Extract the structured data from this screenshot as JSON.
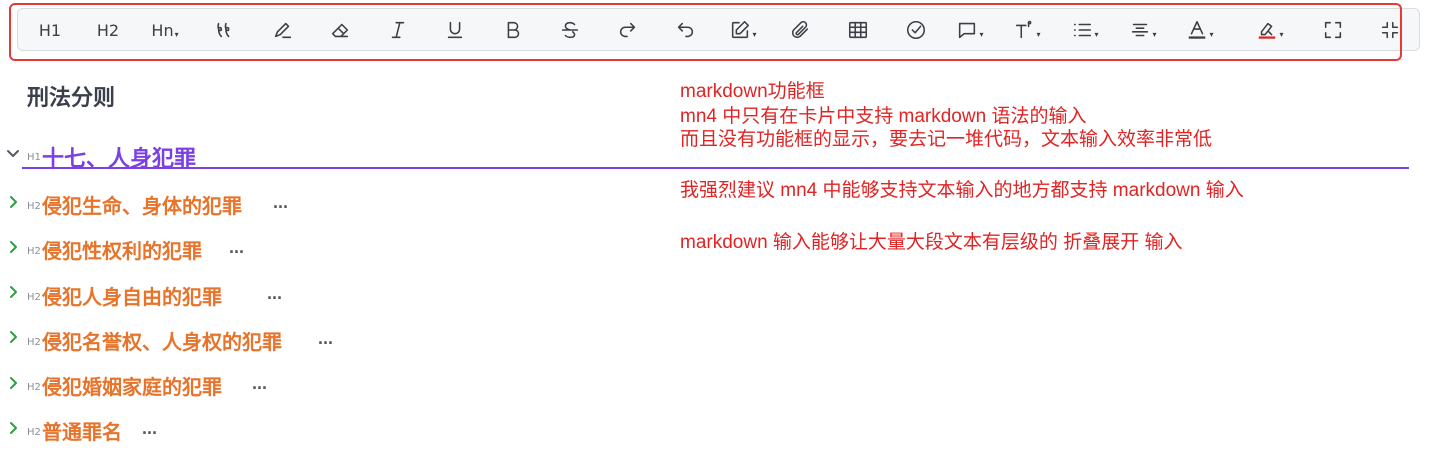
{
  "toolbar": {
    "items": [
      {
        "name": "heading1",
        "label": "H1"
      },
      {
        "name": "heading2",
        "label": "H2"
      },
      {
        "name": "heading-n",
        "label": "Hn"
      },
      {
        "name": "quote",
        "icon": "quote-icon"
      },
      {
        "name": "highlighter",
        "icon": "highlighter-icon"
      },
      {
        "name": "eraser",
        "icon": "eraser-icon"
      },
      {
        "name": "italic",
        "icon": "italic-icon"
      },
      {
        "name": "underline",
        "icon": "underline-icon"
      },
      {
        "name": "bold",
        "icon": "bold-icon"
      },
      {
        "name": "strikethrough",
        "icon": "strikethrough-icon"
      },
      {
        "name": "redo",
        "icon": "redo-icon"
      },
      {
        "name": "undo",
        "icon": "undo-icon"
      },
      {
        "name": "edit",
        "icon": "edit-icon"
      },
      {
        "name": "attachment",
        "icon": "paperclip-icon"
      },
      {
        "name": "table",
        "icon": "table-icon"
      },
      {
        "name": "task",
        "icon": "check-circle-icon"
      },
      {
        "name": "comment",
        "icon": "comment-icon"
      },
      {
        "name": "text-format",
        "icon": "text-format-icon"
      },
      {
        "name": "list",
        "icon": "list-icon"
      },
      {
        "name": "align",
        "icon": "align-icon"
      },
      {
        "name": "font-color",
        "icon": "font-color-icon",
        "color": "#3c3f46"
      },
      {
        "name": "highlight-color",
        "icon": "highlight-color-icon",
        "color": "#e02424"
      },
      {
        "name": "fullscreen",
        "icon": "fullscreen-icon"
      },
      {
        "name": "exit-fullscreen",
        "icon": "exit-fullscreen-icon"
      }
    ]
  },
  "document": {
    "title": "刑法分则",
    "h1": {
      "level": "H1",
      "text": "十七、人身犯罪"
    },
    "h2_items": [
      {
        "level": "H2",
        "text": "侵犯生命、身体的犯罪",
        "more": "..."
      },
      {
        "level": "H2",
        "text": "侵犯性权利的犯罪",
        "more": "..."
      },
      {
        "level": "H2",
        "text": "侵犯人身自由的犯罪",
        "more": "..."
      },
      {
        "level": "H2",
        "text": "侵犯名誉权、人身权的犯罪",
        "more": "..."
      },
      {
        "level": "H2",
        "text": "侵犯婚姻家庭的犯罪",
        "more": "..."
      },
      {
        "level": "H2",
        "text": "普通罪名",
        "more": "..."
      }
    ]
  },
  "notes": [
    "markdown功能框",
    "mn4 中只有在卡片中支持 markdown 语法的输入",
    "而且没有功能框的显示，要去记一堆代码，文本输入效率非常低",
    "我强烈建议 mn4 中能够支持文本输入的地方都支持 markdown 输入",
    "markdown 输入能够让大量大段文本有层级的 折叠展开 输入"
  ],
  "colors": {
    "annotation_red": "#e02424",
    "h1_purple": "#7b3fe4",
    "h2_orange": "#e8732a"
  }
}
